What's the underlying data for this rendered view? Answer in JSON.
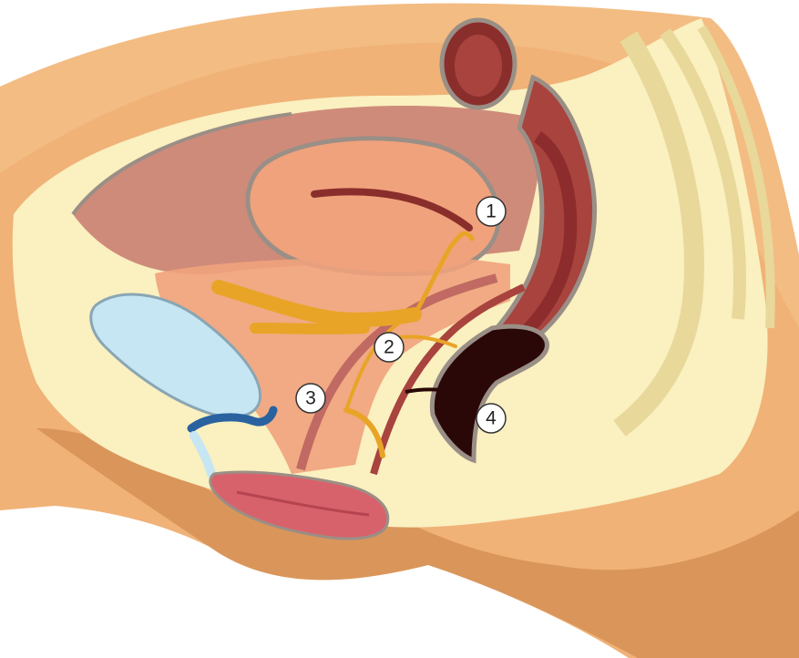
{
  "markers": [
    {
      "id": "marker-1",
      "label": "1"
    },
    {
      "id": "marker-2",
      "label": "2"
    },
    {
      "id": "marker-3",
      "label": "3"
    },
    {
      "id": "marker-4",
      "label": "4"
    }
  ],
  "colors": {
    "skin": "#f0b277",
    "skin_shadow": "#c98043",
    "fat_tissue": "#faf0c0",
    "uterus": "#f0a27c",
    "peritoneum_cavity": "#c06a63",
    "rectum_wall": "#a8433e",
    "rectum_inner": "#7a1e22",
    "bladder": "#c7e6f3",
    "urethra": "#2a62a0",
    "glands": "#e8a426",
    "external_lips": "#d8626b",
    "dark_cavity": "#2a0807",
    "callout_fill": "#ffffff",
    "callout_stroke": "#333333"
  }
}
